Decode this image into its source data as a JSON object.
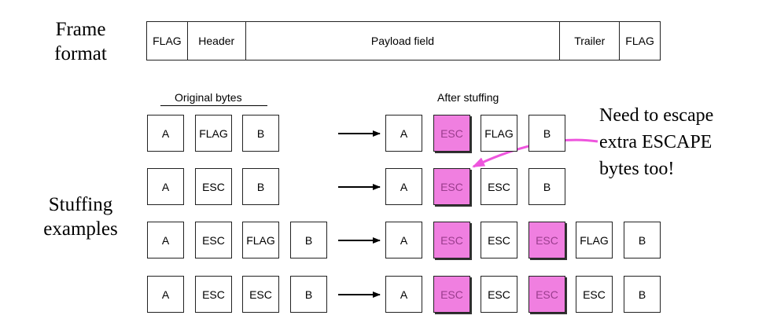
{
  "labels": {
    "frame_format": [
      "Frame",
      "format"
    ],
    "stuffing_examples": [
      "Stuffing",
      "examples"
    ]
  },
  "frame": {
    "fields": [
      "FLAG",
      "Header",
      "Payload field",
      "Trailer",
      "FLAG"
    ]
  },
  "columns": {
    "original": "Original bytes",
    "after": "After stuffing"
  },
  "rows": [
    {
      "original": [
        "A",
        "FLAG",
        "B"
      ],
      "after": [
        "A",
        "ESC",
        "FLAG",
        "B"
      ],
      "highlight": [
        1
      ]
    },
    {
      "original": [
        "A",
        "ESC",
        "B"
      ],
      "after": [
        "A",
        "ESC",
        "ESC",
        "B"
      ],
      "highlight": [
        1
      ]
    },
    {
      "original": [
        "A",
        "ESC",
        "FLAG",
        "B"
      ],
      "after": [
        "A",
        "ESC",
        "ESC",
        "ESC",
        "FLAG",
        "B"
      ],
      "highlight": [
        1,
        3
      ]
    },
    {
      "original": [
        "A",
        "ESC",
        "ESC",
        "B"
      ],
      "after": [
        "A",
        "ESC",
        "ESC",
        "ESC",
        "ESC",
        "B"
      ],
      "highlight": [
        1,
        3
      ]
    }
  ],
  "note": [
    "Need to escape",
    "extra ESCAPE",
    "bytes too!"
  ],
  "colors": {
    "highlight": "#f07fe0",
    "note_arrow": "#ee55dd"
  }
}
